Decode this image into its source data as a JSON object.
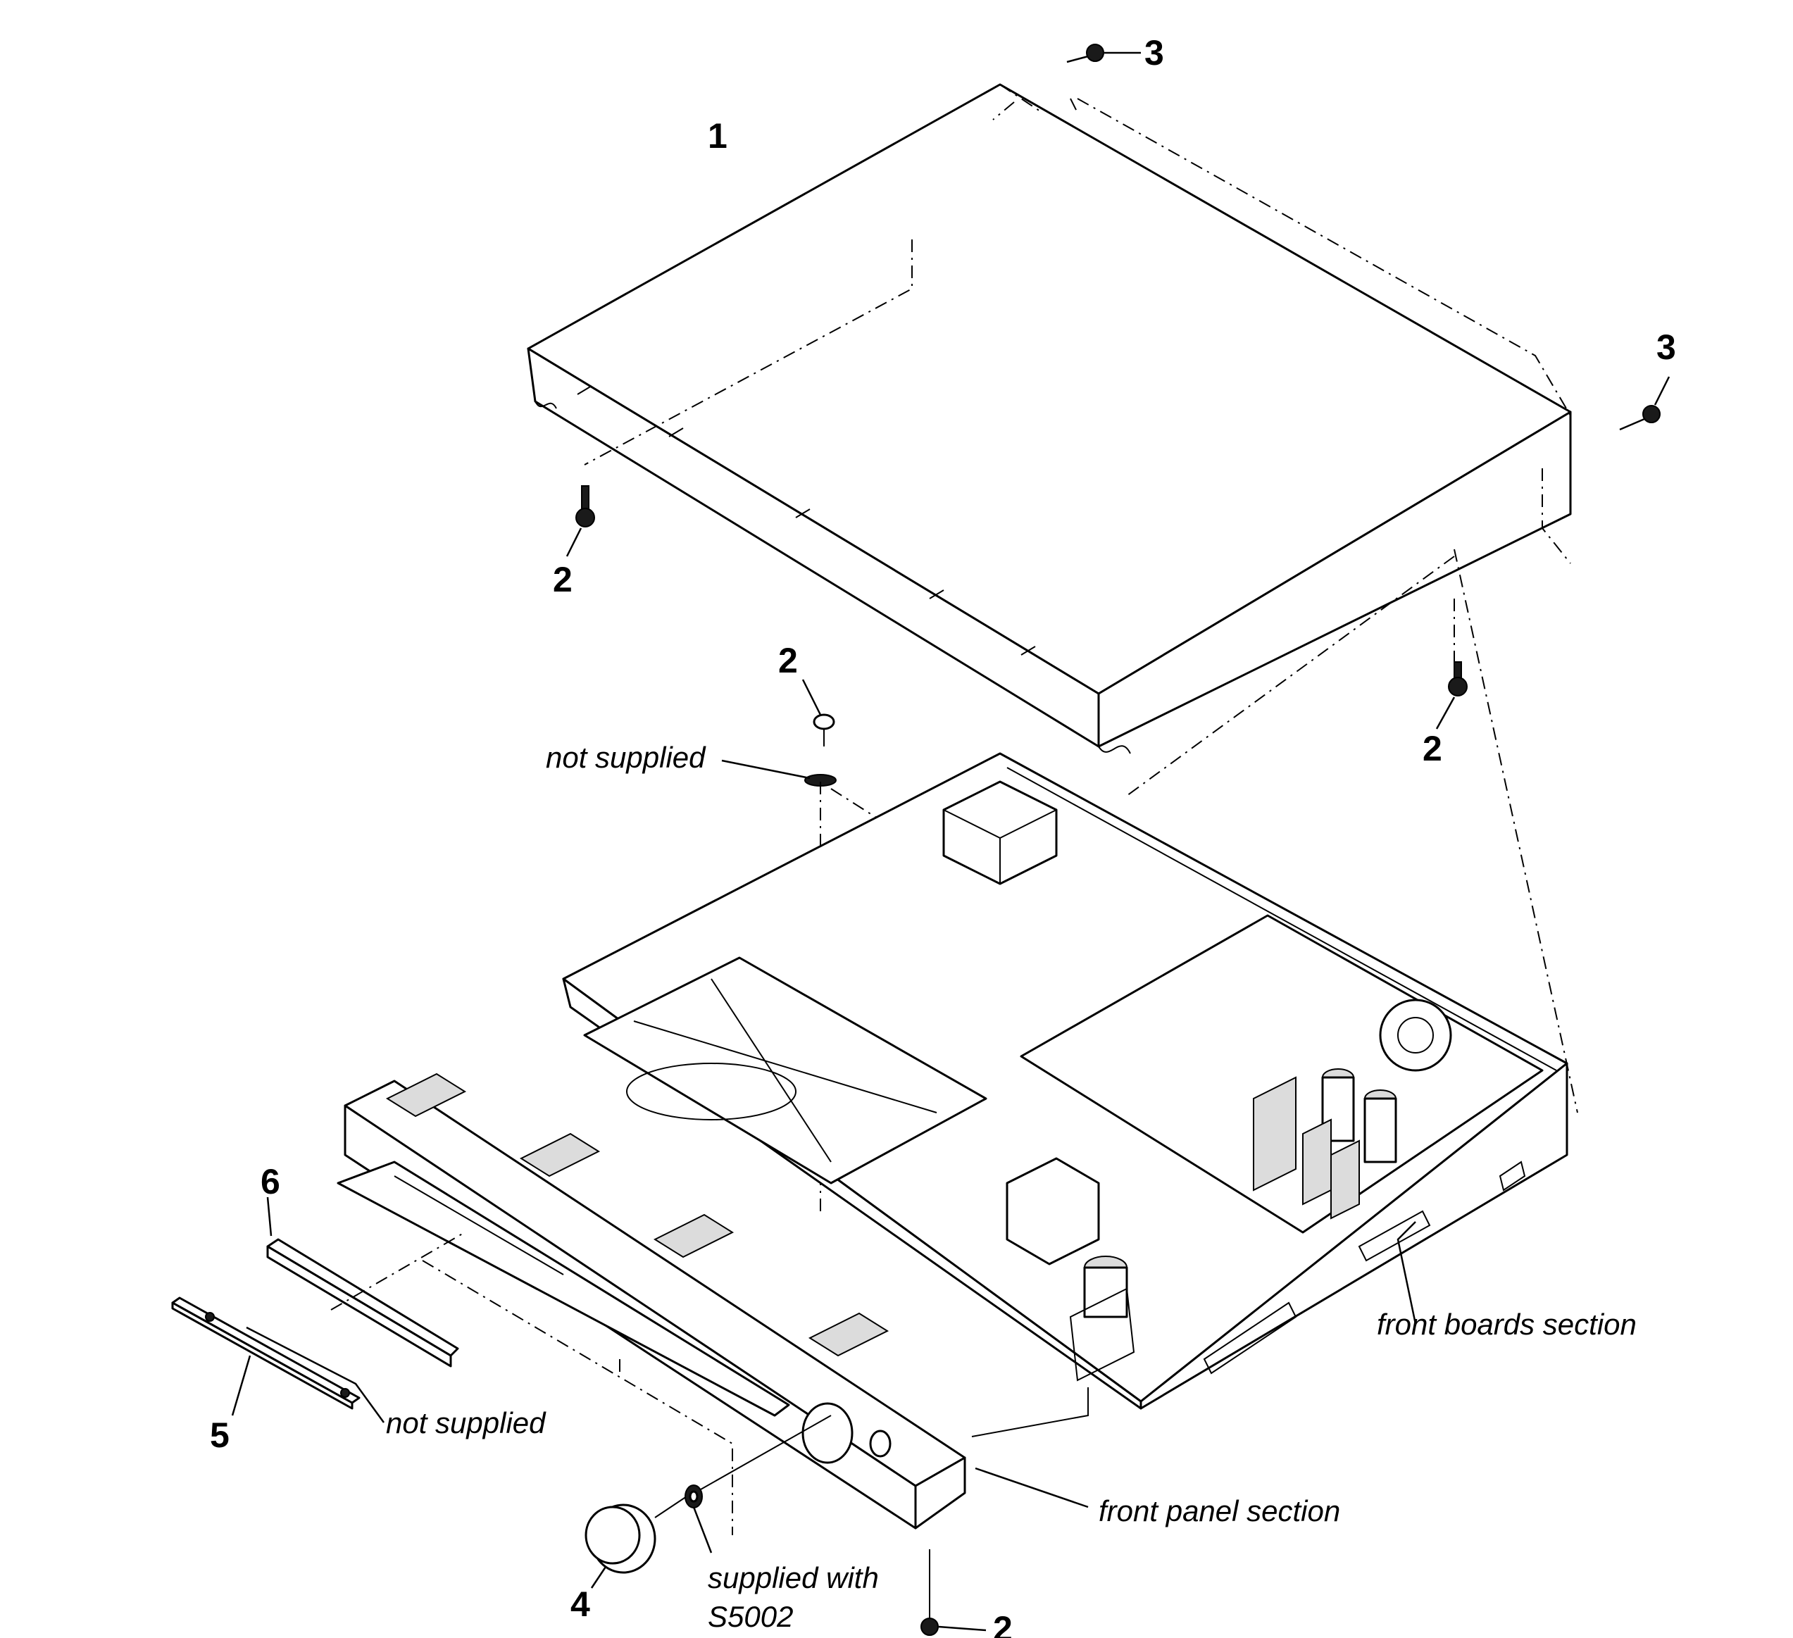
{
  "labels": {
    "top_cover": "1",
    "screw_top_left": "2",
    "screw_top_right_lower": "2",
    "screw_center": "2",
    "screw_bottom": "2",
    "screw_rear_top": "3",
    "screw_rear_right": "3",
    "knob": "4",
    "front_bracket": "5",
    "window_plate": "6"
  },
  "notes": {
    "not_supplied_center": "not supplied",
    "not_supplied_left": "not supplied",
    "front_boards_section": "front boards section",
    "front_panel_section": "front panel section",
    "supplied_with_line1": "supplied with",
    "supplied_with_line2": "S5002"
  }
}
